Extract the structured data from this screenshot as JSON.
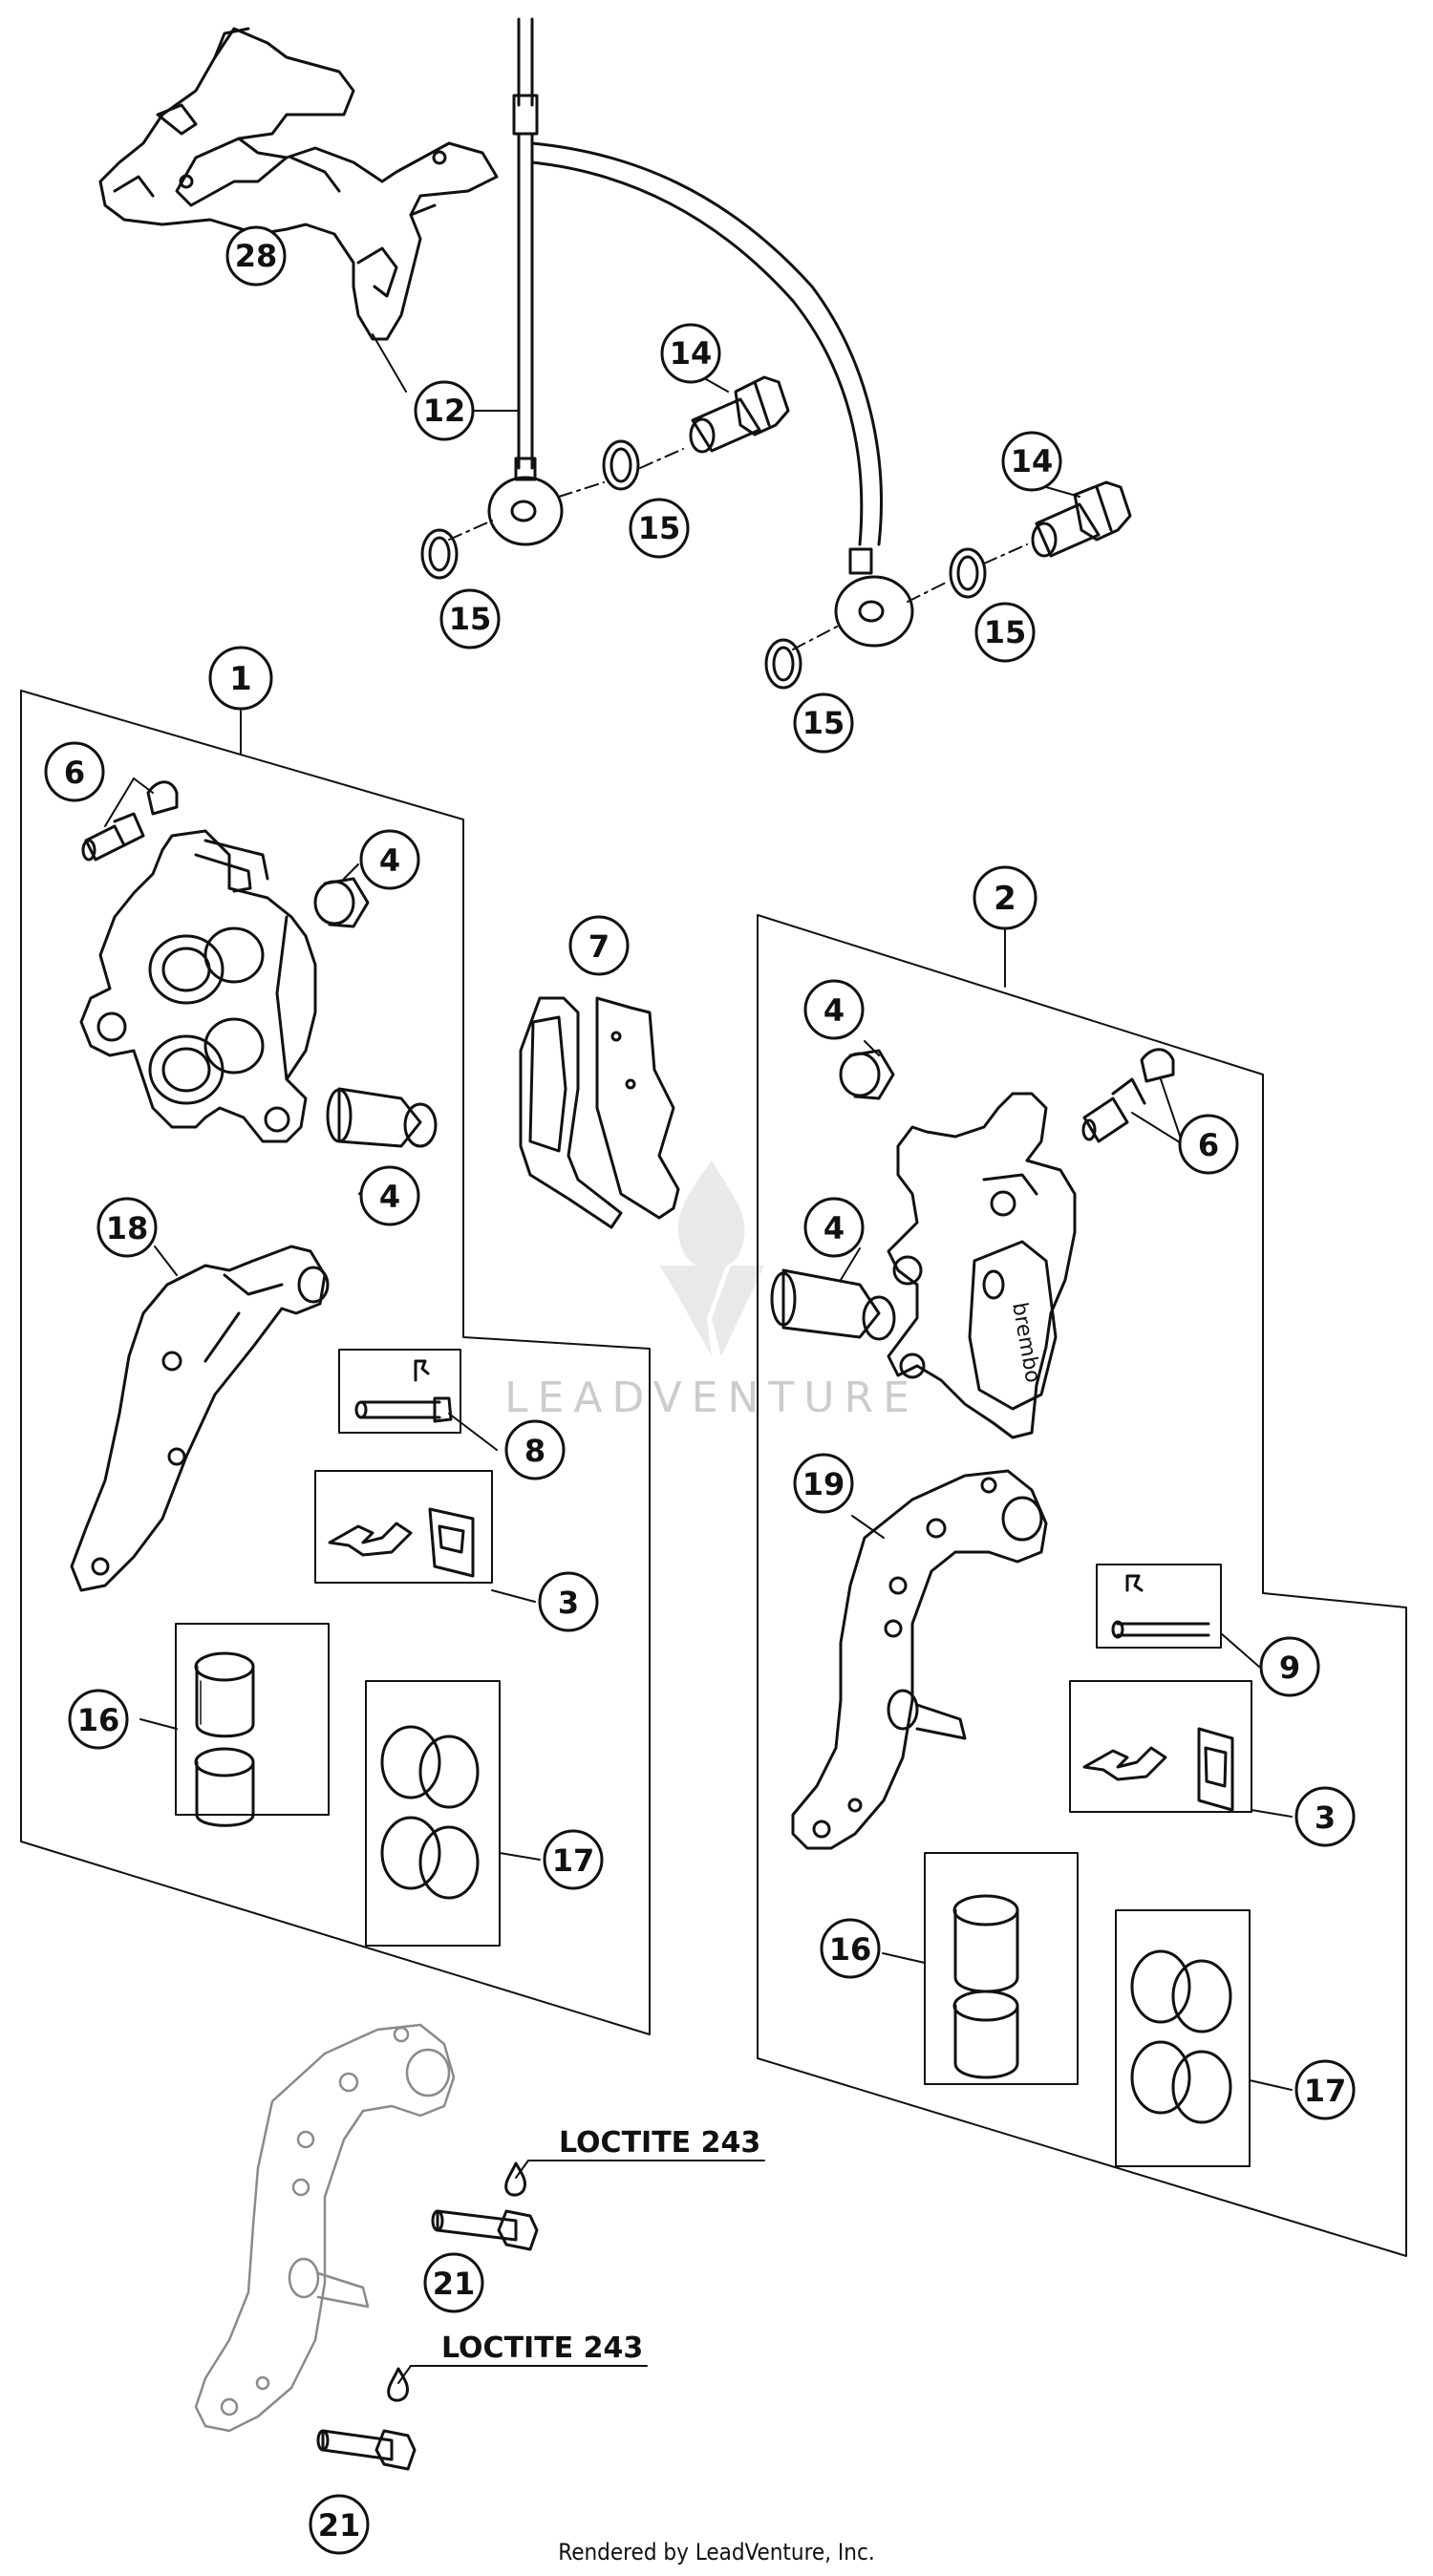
{
  "callouts": [
    {
      "id": "c28a",
      "label": "28"
    },
    {
      "id": "c12",
      "label": "12"
    },
    {
      "id": "c14a",
      "label": "14"
    },
    {
      "id": "c15a",
      "label": "15"
    },
    {
      "id": "c15b",
      "label": "15"
    },
    {
      "id": "c14b",
      "label": "14"
    },
    {
      "id": "c15c",
      "label": "15"
    },
    {
      "id": "c15d",
      "label": "15"
    },
    {
      "id": "c1",
      "label": "1"
    },
    {
      "id": "c6a",
      "label": "6"
    },
    {
      "id": "c4a",
      "label": "4"
    },
    {
      "id": "c4b",
      "label": "4"
    },
    {
      "id": "c7",
      "label": "7"
    },
    {
      "id": "c18",
      "label": "18"
    },
    {
      "id": "c8",
      "label": "8"
    },
    {
      "id": "c3a",
      "label": "3"
    },
    {
      "id": "c16a",
      "label": "16"
    },
    {
      "id": "c17a",
      "label": "17"
    },
    {
      "id": "c2",
      "label": "2"
    },
    {
      "id": "c4c",
      "label": "4"
    },
    {
      "id": "c6b",
      "label": "6"
    },
    {
      "id": "c4d",
      "label": "4"
    },
    {
      "id": "c19",
      "label": "19"
    },
    {
      "id": "c9",
      "label": "9"
    },
    {
      "id": "c3b",
      "label": "3"
    },
    {
      "id": "c16b",
      "label": "16"
    },
    {
      "id": "c17b",
      "label": "17"
    },
    {
      "id": "c21a",
      "label": "21"
    },
    {
      "id": "c21b",
      "label": "21"
    }
  ],
  "loctite_labels": [
    "LOCTITE 243",
    "LOCTITE 243"
  ],
  "watermark": "LEADVENTURE",
  "footer": "Rendered by LeadVenture, Inc."
}
